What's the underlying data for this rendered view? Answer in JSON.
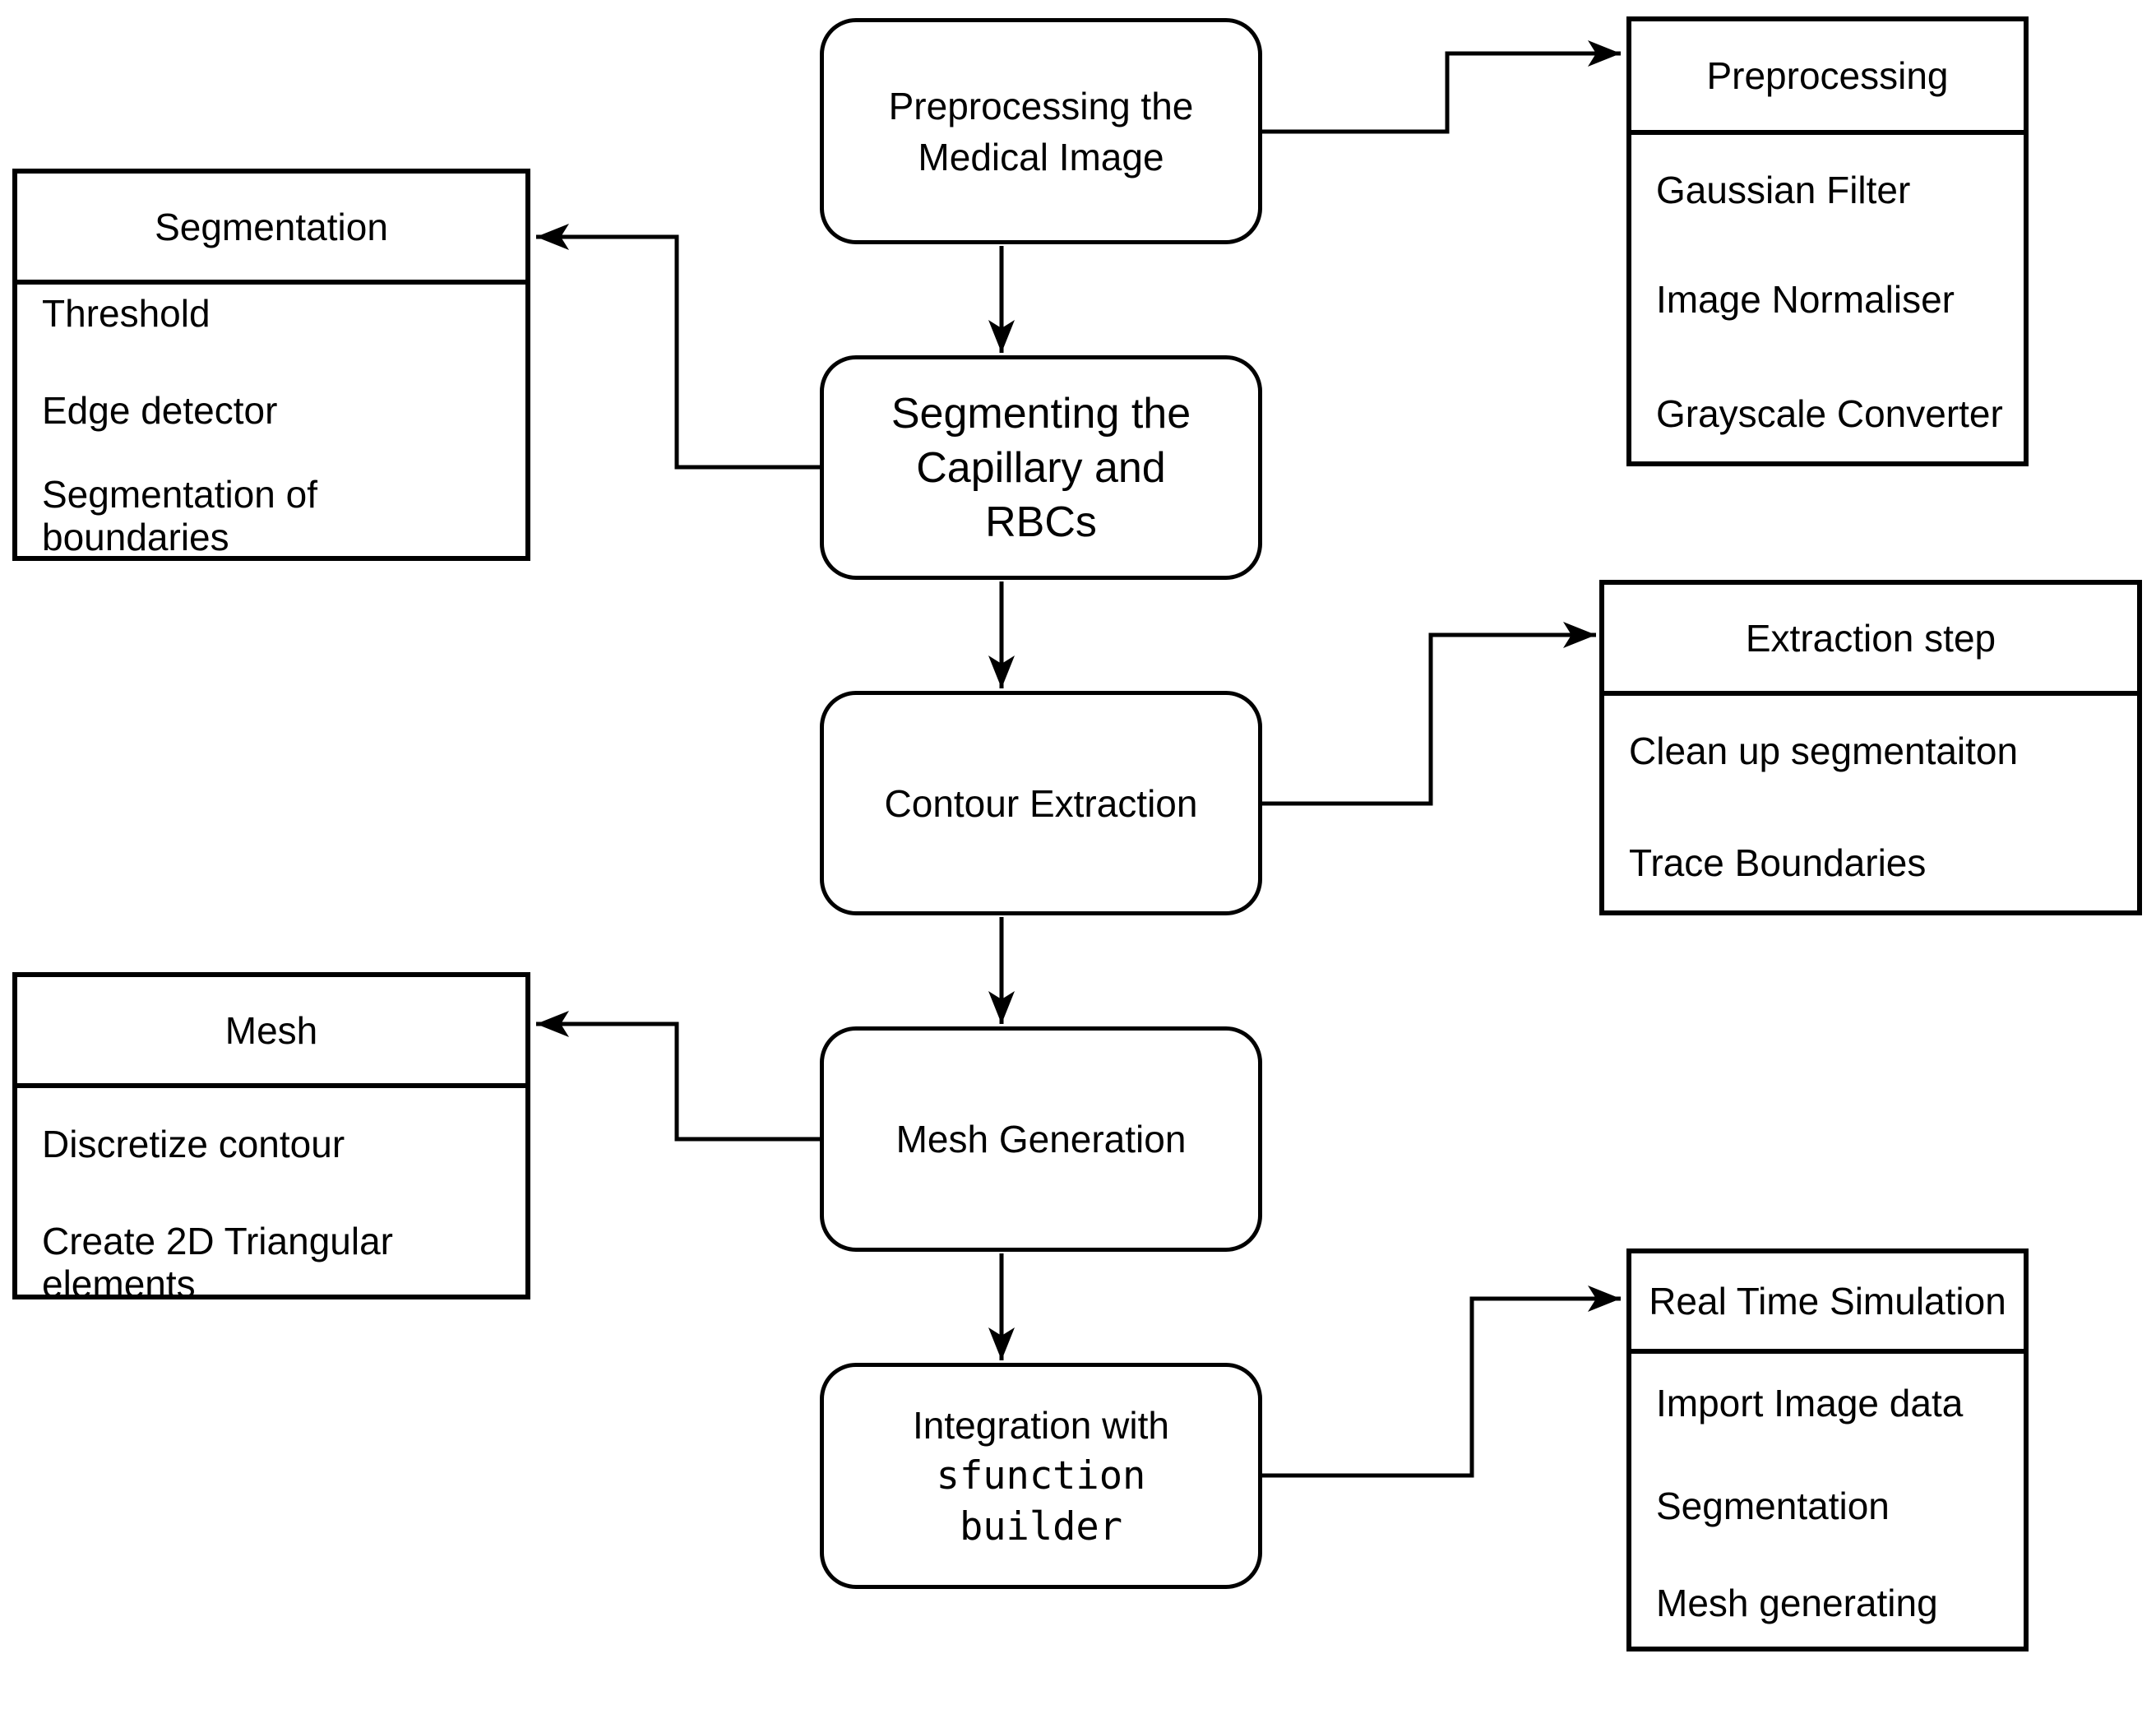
{
  "nodes": {
    "preprocess_main": {
      "label": "Preprocessing the\nMedical Image"
    },
    "segmenting": {
      "label": "Segmenting the\nCapillary and\nRBCs"
    },
    "contour": {
      "label": "Contour Extraction"
    },
    "mesh_gen": {
      "label": "Mesh Generation"
    },
    "integration": {
      "label": "Integration with",
      "code": "sfunction\nbuilder"
    }
  },
  "panels": {
    "segmentation": {
      "title": "Segmentation",
      "items": [
        "Threshold",
        "Edge detector",
        "Segmentation of\nboundaries"
      ]
    },
    "preprocessing": {
      "title": "Preprocessing",
      "items": [
        "Gaussian Filter",
        "Image Normaliser",
        "Grayscale Converter"
      ]
    },
    "extraction": {
      "title": "Extraction step",
      "items": [
        "Clean up segmentaiton",
        "Trace Boundaries"
      ]
    },
    "mesh": {
      "title": "Mesh",
      "items": [
        "Discretize contour",
        "Create 2D Triangular\nelements"
      ]
    },
    "realtime": {
      "title": "Real Time Simulation",
      "items": [
        "Import Image data",
        "Segmentation",
        "Mesh generating"
      ]
    }
  },
  "colors": {
    "stroke": "#000000",
    "background": "#ffffff",
    "text": "#000000"
  }
}
